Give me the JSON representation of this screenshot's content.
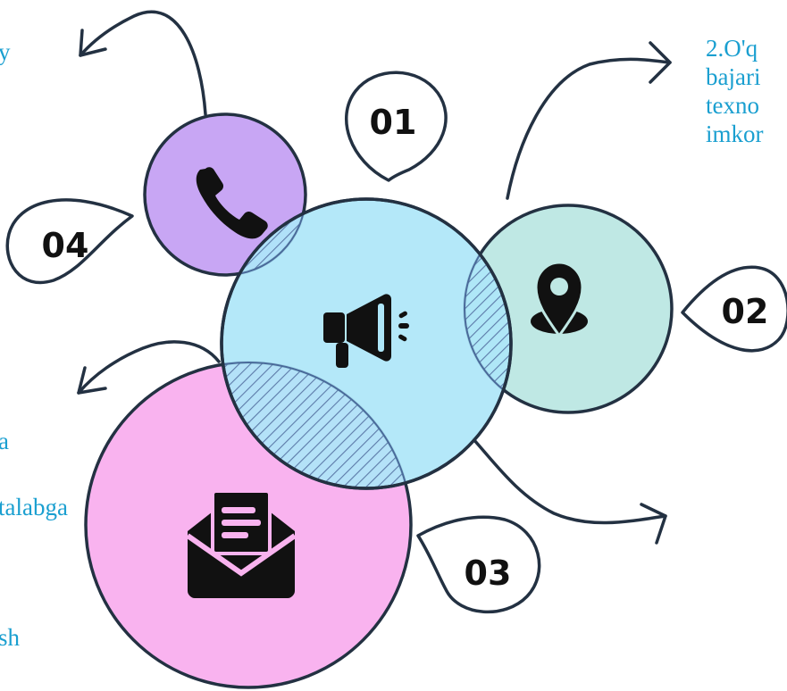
{
  "diagram": {
    "labels": {
      "n01": "01",
      "n02": "02",
      "n03": "03",
      "n04": "04"
    },
    "text_fragments": {
      "top_right": "2.O'q\nbajari\ntexno\nimkor",
      "top_left": "y",
      "left_1": "a",
      "left_2": "talabga",
      "left_3": "sh"
    },
    "icons": {
      "center": "megaphone-icon",
      "purple": "phone-icon",
      "green": "location-pin-icon",
      "pink": "mail-envelope-icon"
    },
    "colors": {
      "center_circle": "#aee6f8",
      "purple_circle": "#c8a6f4",
      "green_circle": "#bfe8e4",
      "pink_circle": "#f9b3ef",
      "outline": "#233142",
      "text": "#1a9fd0",
      "hatch": "#5c7aa8"
    }
  }
}
